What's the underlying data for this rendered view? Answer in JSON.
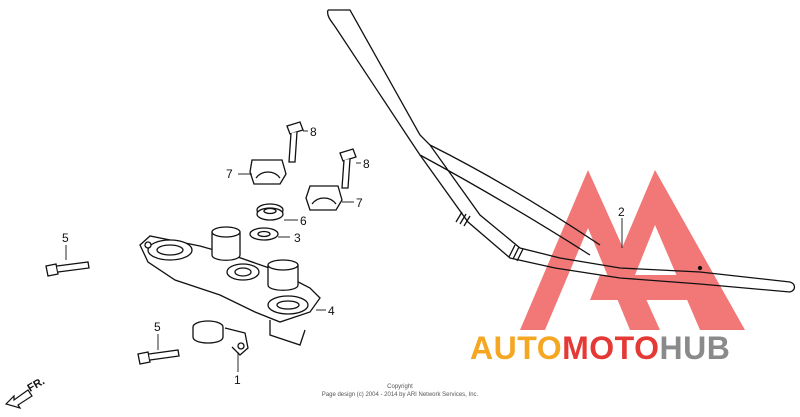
{
  "callouts": {
    "c1": "1",
    "c2": "2",
    "c3": "3",
    "c4": "4",
    "c5a": "5",
    "c5b": "5",
    "c6": "6",
    "c7a": "7",
    "c7b": "7",
    "c8a": "8",
    "c8b": "8"
  },
  "direction_label": "FR.",
  "copyright": {
    "line1": "Copyright",
    "line2": "Page design (c) 2004 - 2014 by ARI Network Services, Inc."
  },
  "watermark": {
    "part1": "AUTO",
    "part2": "MOTO",
    "part3": "HUB",
    "colors": {
      "orange": "#f5a623",
      "red": "#e53935",
      "gray": "#8a8a8a",
      "triangle": "#ee4b4b"
    }
  }
}
